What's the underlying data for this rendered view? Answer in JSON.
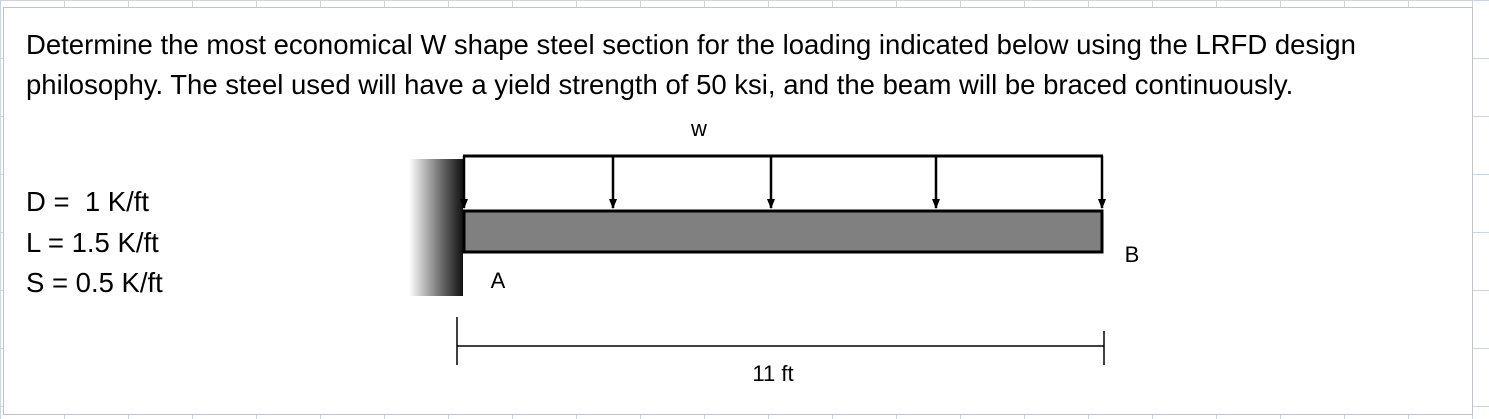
{
  "problem": {
    "statement": "Determine the most economical W shape steel section for the loading indicated below using the LRFD design philosophy.  The steel used will have a yield strength of 50 ksi, and the beam will be braced continuously."
  },
  "loads": [
    {
      "text": "D =  1 K/ft"
    },
    {
      "text": "L = 1.5 K/ft"
    },
    {
      "text": "S = 0.5 K/ft"
    }
  ],
  "diagram": {
    "load_label": "w",
    "fixed_end_label": "A",
    "free_end_label": "B",
    "span_label": "11 ft",
    "beam_color": "#808080",
    "arrow_count": 5
  }
}
